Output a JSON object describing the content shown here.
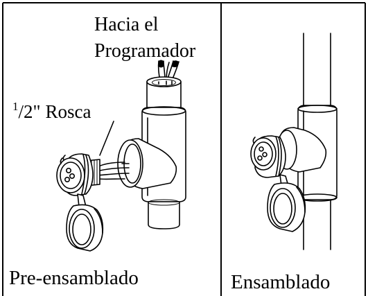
{
  "panels": {
    "left": {
      "top_label_line1": "Hacia el",
      "top_label_line2": "Programador",
      "thread_label_sup": "1",
      "thread_label_frac": "/2\"",
      "thread_label_word": "Rosca",
      "bottom_label": "Pre-ensamblado"
    },
    "right": {
      "bottom_label": "Ensamblado"
    }
  }
}
